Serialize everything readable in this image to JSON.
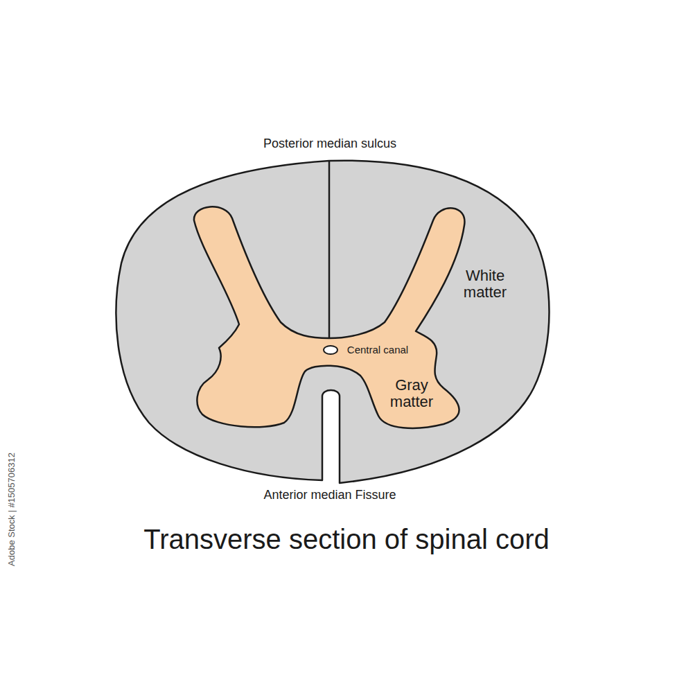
{
  "diagram": {
    "caption": "Transverse section of spinal cord",
    "labels": [
      "Posterior median sulcus",
      "White matter",
      "Central canal",
      "Gray matter",
      "Anterior median Fissure",
      "Adobe Stock | #1505706312"
    ]
  }
}
